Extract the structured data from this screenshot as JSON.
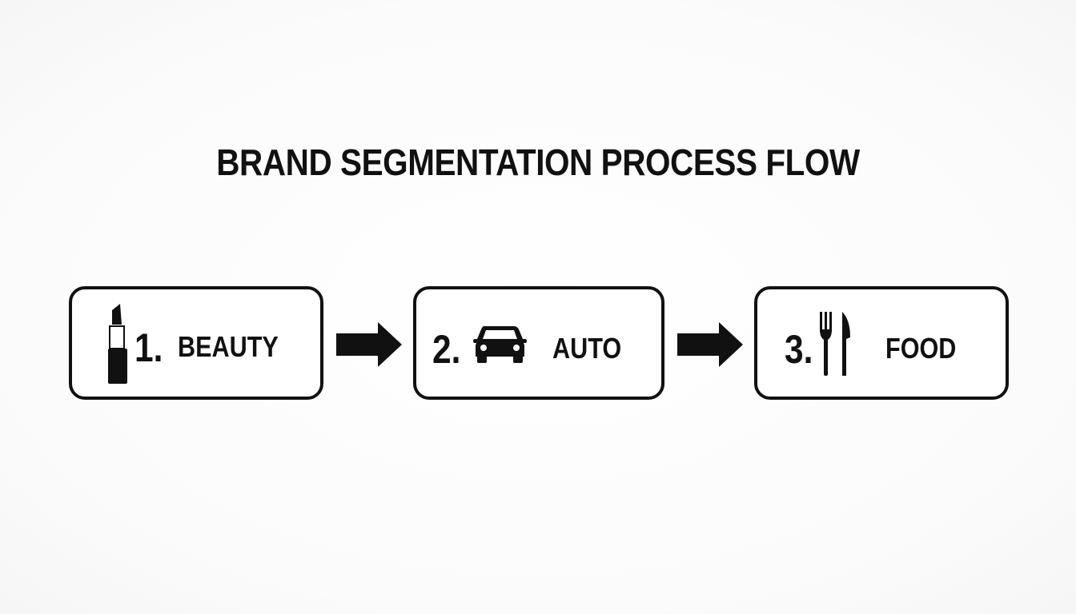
{
  "title": "BRAND SEGMENTATION PROCESS FLOW",
  "steps": [
    {
      "number": "1.",
      "label": "BEAUTY",
      "icon": "lipstick-icon"
    },
    {
      "number": "2.",
      "label": "AUTO",
      "icon": "car-icon"
    },
    {
      "number": "3.",
      "label": "FOOD",
      "icon": "fork-knife-icon"
    }
  ],
  "colors": {
    "stroke": "#111111",
    "background": "#ffffff"
  }
}
